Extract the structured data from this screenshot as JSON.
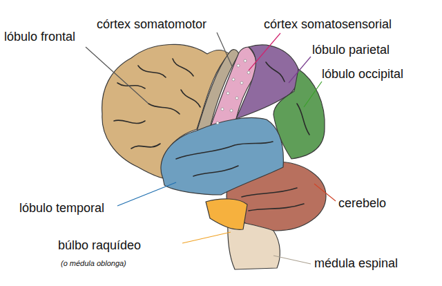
{
  "diagram": {
    "labels": [
      "lóbulo frontal",
      "córtex somatomotor",
      "córtex somatosensorial",
      "lóbulo parietal",
      "lóbulo occipital",
      "lóbulo temporal",
      "cerebelo",
      "búlbo raquídeo",
      "(o médula oblonga)",
      "médula espinal"
    ]
  }
}
